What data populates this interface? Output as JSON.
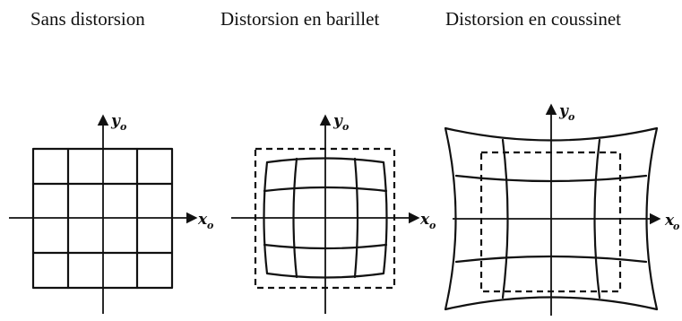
{
  "captions": {
    "none": "Sans distorsion",
    "barrel": "Distorsion en barillet",
    "pincushion": "Distorsion en coussinet"
  },
  "axes": {
    "y_letter": "y",
    "x_letter": "x",
    "subscript": "o"
  }
}
